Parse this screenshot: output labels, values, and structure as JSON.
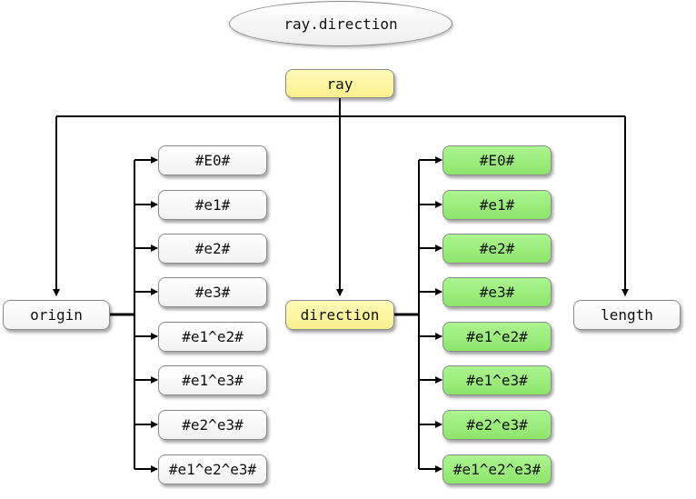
{
  "title": "ray.direction",
  "root": {
    "label": "ray"
  },
  "children": [
    {
      "label": "origin"
    },
    {
      "label": "direction"
    },
    {
      "label": "length"
    }
  ],
  "origin_components": [
    "#E0#",
    "#e1#",
    "#e2#",
    "#e3#",
    "#e1^e2#",
    "#e1^e3#",
    "#e2^e3#",
    "#e1^e2^e3#"
  ],
  "direction_components": [
    "#E0#",
    "#e1#",
    "#e2#",
    "#e3#",
    "#e1^e2#",
    "#e1^e3#",
    "#e2^e3#",
    "#e1^e2^e3#"
  ],
  "colors": {
    "selected": "#fbef8e",
    "highlighted": "#98ec78",
    "default": "#ffffff"
  }
}
